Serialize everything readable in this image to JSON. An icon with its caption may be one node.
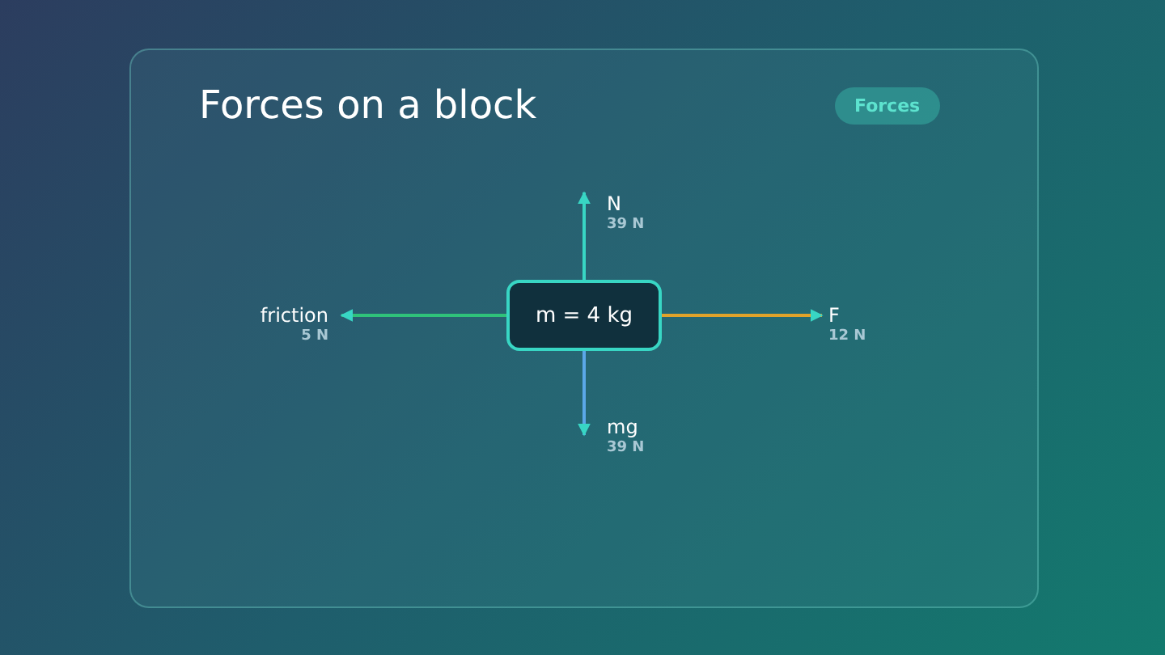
{
  "diagram": {
    "title": "Forces on a block",
    "nodes": [
      {
        "text": [
          "m = 4 kg"
        ]
      }
    ],
    "edges": [],
    "labels": [
      "Forces",
      "N",
      "39 N",
      "friction",
      "5 N",
      "F",
      "12 N",
      "mg",
      "39 N"
    ]
  }
}
